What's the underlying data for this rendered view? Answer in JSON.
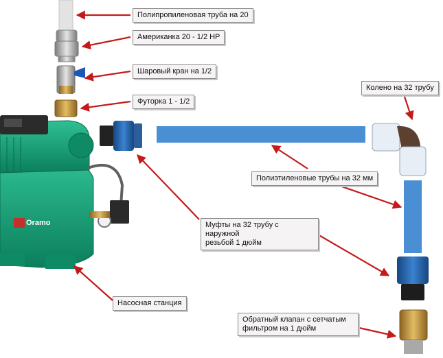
{
  "labels": {
    "pp_pipe": "Полипропиленовая труба на 20",
    "american": "Американка 20 - 1/2 НР",
    "ball_valve": "Шаровый кран на 1/2",
    "futorka": "Футорка 1 - 1/2",
    "elbow": "Колено на 32 трубу",
    "pe_pipes": "Полиэтиленовые трубы на 32 мм",
    "couplings_line1": "Муфты на 32 трубу с наружной",
    "couplings_line2": "резьбой 1 дюйм",
    "pump_station": "Насосная станция",
    "check_valve_line1": "Обратный клапан с сетчатым",
    "check_valve_line2": "фильтром на 1 дюйм"
  },
  "pump_brand": "Oramo",
  "colors": {
    "arrow": "#c41a1a",
    "pipe_blue": "#4a8fd3",
    "pump_green": "#13a27a",
    "fitting_blue": "#1f62b0",
    "brass": "#c89a3e"
  }
}
